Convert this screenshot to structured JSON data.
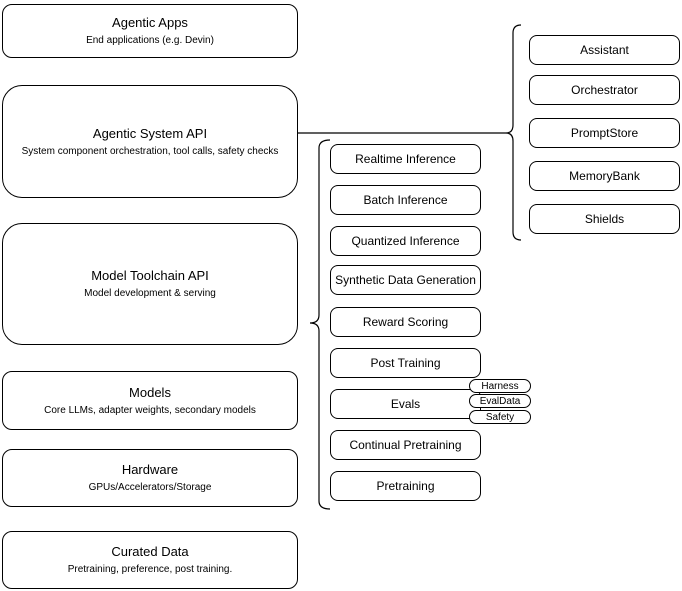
{
  "diagram": {
    "left_stack": [
      {
        "title": "Agentic Apps",
        "subtitle": "End applications (e.g. Devin)"
      },
      {
        "title": "Agentic System API",
        "subtitle": "System component orchestration, tool calls, safety checks"
      },
      {
        "title": "Model Toolchain API",
        "subtitle": "Model development & serving"
      },
      {
        "title": "Models",
        "subtitle": "Core LLMs, adapter weights, secondary models"
      },
      {
        "title": "Hardware",
        "subtitle": "GPUs/Accelerators/Storage"
      },
      {
        "title": "Curated Data",
        "subtitle": "Pretraining, preference, post training."
      }
    ],
    "toolchain_services": [
      "Realtime Inference",
      "Batch Inference",
      "Quantized Inference",
      "Synthetic Data Generation",
      "Reward Scoring",
      "Post Training",
      "Evals",
      "Continual Pretraining",
      "Pretraining"
    ],
    "evals_tags": [
      "Harness",
      "EvalData",
      "Safety"
    ],
    "system_components": [
      "Assistant",
      "Orchestrator",
      "PromptStore",
      "MemoryBank",
      "Shields"
    ],
    "colors": {
      "stroke": "#000000",
      "fill": "#ffffff"
    }
  }
}
